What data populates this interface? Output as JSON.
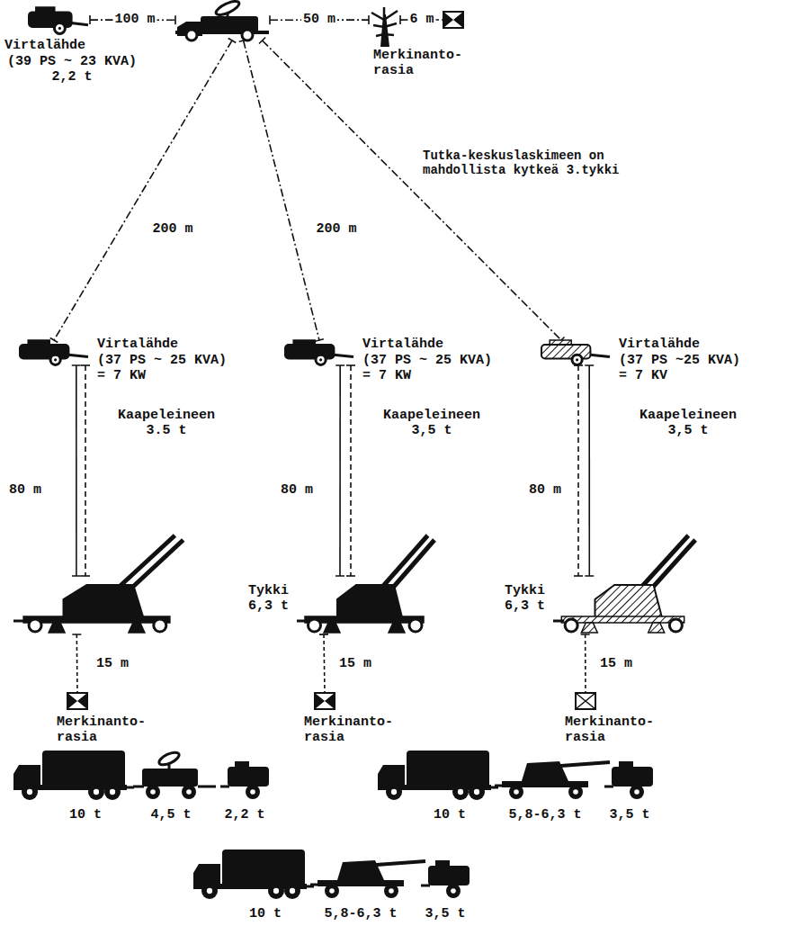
{
  "diagram": {
    "nodes": [
      {
        "text": [
          "Virtalähde",
          "(39 PS ~ 23 KVA) 2,2 t"
        ]
      },
      {
        "text": []
      },
      {
        "text": []
      },
      {
        "text": [
          "Merkinanto- rasia"
        ]
      },
      {
        "text": [
          "Virtalähde",
          "(37 PS ~ 25 KVA) = 7 KW",
          "Kaapeleineen 3.5 t"
        ]
      },
      {
        "text": [
          "Virtalähde",
          "(37 PS ~ 25 KVA) = 7 KW",
          "Kaapeleineen 3,5 t"
        ]
      },
      {
        "text": [
          "Virtalähde",
          "(37 PS ~25 KVA) = 7 KV",
          "Kaapeleineen 3,5 t"
        ]
      },
      {
        "text": []
      },
      {
        "text": [
          "Tykki 6,3 t"
        ]
      },
      {
        "text": [
          "Tykki 6,3 t"
        ]
      },
      {
        "text": [
          "Merkinanto- rasia"
        ]
      },
      {
        "text": [
          "Merkinanto- rasia"
        ]
      },
      {
        "text": [
          "Merkinanto- rasia"
        ]
      }
    ],
    "edges": [
      {
        "from": 0,
        "to": 1,
        "arrow": "none",
        "label": "100 m"
      },
      {
        "from": 1,
        "to": 2,
        "arrow": "none",
        "label": "50 m"
      },
      {
        "from": 2,
        "to": 3,
        "arrow": "none",
        "label": "6 m"
      },
      {
        "from": 1,
        "to": 4,
        "arrow": "none",
        "label": "200 m"
      },
      {
        "from": 1,
        "to": 5,
        "arrow": "none",
        "label": "200 m"
      },
      {
        "from": 1,
        "to": 6,
        "arrow": "none"
      },
      {
        "from": 4,
        "to": 7,
        "arrow": "none",
        "label": "80 m"
      },
      {
        "from": 5,
        "to": 8,
        "arrow": "none",
        "label": "80 m"
      },
      {
        "from": 6,
        "to": 9,
        "arrow": "none",
        "label": "80 m"
      },
      {
        "from": 7,
        "to": 10,
        "arrow": "none",
        "label": "15 m"
      },
      {
        "from": 8,
        "to": 11,
        "arrow": "none",
        "label": "15 m"
      },
      {
        "from": 9,
        "to": 12,
        "arrow": "none",
        "label": "15 m"
      }
    ],
    "labels": [
      "Tutka-keskuslaskimeen on mahdollista kytkeä 3.tykki",
      "10 t",
      "4,5 t",
      "2,2 t",
      "10 t",
      "5,8-6,3 t",
      "3,5 t",
      "10 t",
      "5,8-6,3 t",
      "3,5 t"
    ]
  }
}
